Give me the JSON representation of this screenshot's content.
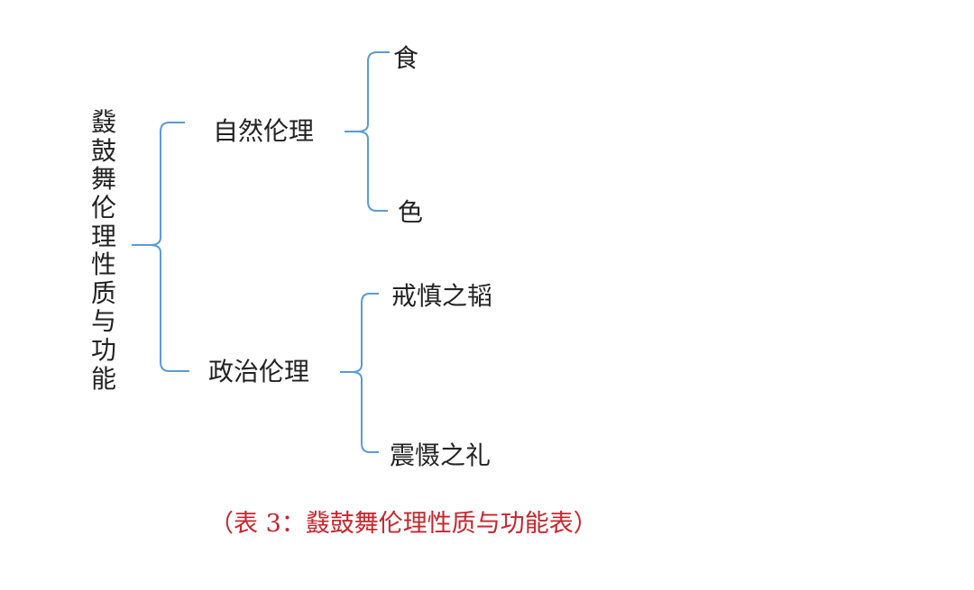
{
  "root": {
    "label": "鼗鼓舞伦理性质与功能"
  },
  "branches": [
    {
      "label": "自然伦理",
      "children": [
        "食",
        "色"
      ]
    },
    {
      "label": "政治伦理",
      "children": [
        "戒慎之韬",
        "震慑之礼"
      ]
    }
  ],
  "caption": "（表 3：鼗鼓舞伦理性质与功能表）",
  "colors": {
    "bracket": "#5b9bd5",
    "text": "#222222",
    "caption": "#c8242b"
  }
}
